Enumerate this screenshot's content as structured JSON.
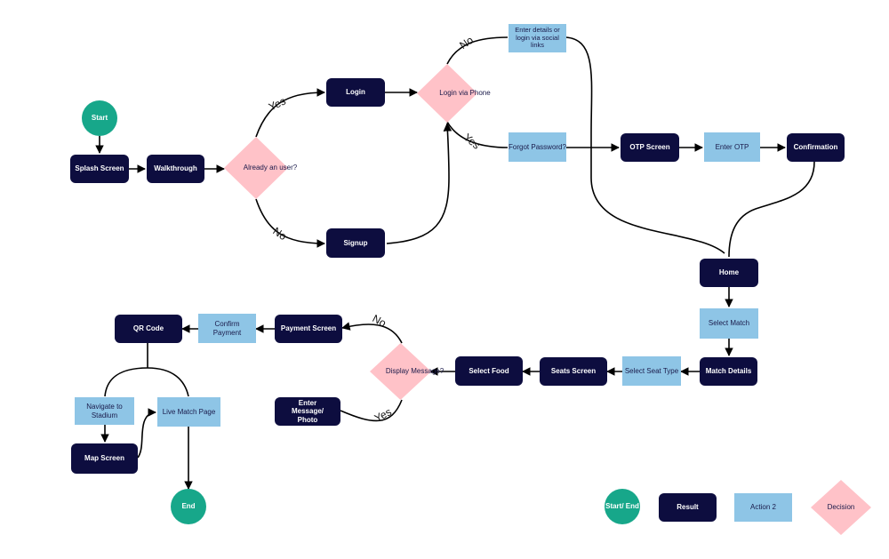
{
  "nodes": {
    "start": "Start",
    "splash": "Splash Screen",
    "walkthrough": "Walkthrough",
    "already_user": "Already an user?",
    "login": "Login",
    "signup": "Signup",
    "login_phone": "Login via Phone",
    "enter_details": "Enter details or login via social links",
    "forgot_password": "Forgot Password?",
    "otp_screen": "OTP Screen",
    "enter_otp": "Enter OTP",
    "confirmation": "Confirmation",
    "home": "Home",
    "select_match": "Select Match",
    "match_details": "Match Details",
    "select_seat_type": "Select Seat Type",
    "seats_screen": "Seats Screen",
    "select_food": "Select Food",
    "display_message": "Display Message?",
    "enter_message": "Enter Message/ Photo",
    "payment_screen": "Payment Screen",
    "confirm_payment": "Confirm Payment",
    "qr_code": "QR Code",
    "navigate_stadium": "Navigate to Stadium",
    "live_match": "Live Match Page",
    "map_screen": "Map Screen",
    "end": "End"
  },
  "edge_labels": {
    "yes_login": "Yes",
    "no_signup": "No",
    "no_details": "No",
    "yes_forgot": "Yes",
    "no_payment": "No",
    "yes_message": "Yes"
  },
  "legend": {
    "start_end": "Start/ End",
    "result": "Result",
    "action": "Action 2",
    "decision": "Decision"
  },
  "colors": {
    "result": "#0d0d3f",
    "action": "#8ec5e6",
    "start_end": "#17a78a",
    "decision": "#ffc2c8"
  }
}
